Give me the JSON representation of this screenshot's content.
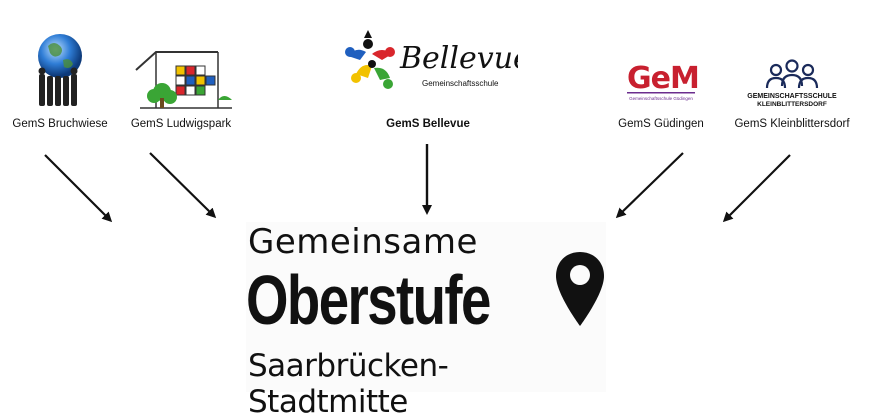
{
  "schools": [
    {
      "id": "bruchwiese",
      "label": "GemS Bruchwiese",
      "logo": "globe-people-icon"
    },
    {
      "id": "ludwigspark",
      "label": "GemS Ludwigspark",
      "logo": "school-building-icon"
    },
    {
      "id": "bellevue",
      "label": "GemS Bellevue",
      "logo": "bellevue-figures-icon",
      "logo_text": "Bellevue",
      "logo_subtext": "Gemeinschaftsschule"
    },
    {
      "id": "guedingen",
      "label": "GemS Güdingen",
      "logo": "gems-letters-icon",
      "logo_text": "GeMS",
      "logo_subtext": "Gemeinschaftsschule Güdingen"
    },
    {
      "id": "kleinblittersdorf",
      "label": "GemS Kleinblittersdorf",
      "logo": "people-outline-icon",
      "logo_text": "GEMEINSCHAFTSSCHULE",
      "logo_subtext": "KLEINBLITTERSDORF"
    }
  ],
  "title": {
    "line1": "Gemeinsame",
    "line2": "Oberstufe",
    "line3": "Saarbrücken-Stadtmitte",
    "icon": "location-pin-icon"
  },
  "colors": {
    "text": "#111111",
    "bellevue_blue": "#1f5fbf",
    "bellevue_red": "#d9262c",
    "bellevue_yellow": "#f2c200",
    "bellevue_green": "#3aa535",
    "gems_red": "#c8202f",
    "gems_purple": "#6b2d8e"
  }
}
